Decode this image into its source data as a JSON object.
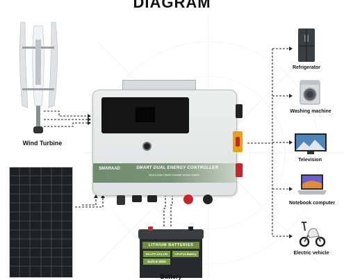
{
  "title": "DIAGRAM",
  "sources": {
    "wind_turbine": "Wind Turbine",
    "battery": "Battery"
  },
  "controller": {
    "brand": "SMARAAD",
    "name": "SMART DUAL ENERGY CONTROLLER",
    "subtitle": "Wind & Solar Hybrid Controller Inverter System"
  },
  "battery": {
    "band": "LITHIUM BATTERIES",
    "model": "ES-LFP-25.6-100",
    "chemistry": "LiFePO4 Battery",
    "bms": "Built-in BMS"
  },
  "loads": [
    "Refrigerator",
    "Washing machine",
    "Television",
    "Notebook computer",
    "Electric vehicle"
  ],
  "colors": {
    "accent_green": "#7a9b46",
    "wire": "#222222"
  }
}
